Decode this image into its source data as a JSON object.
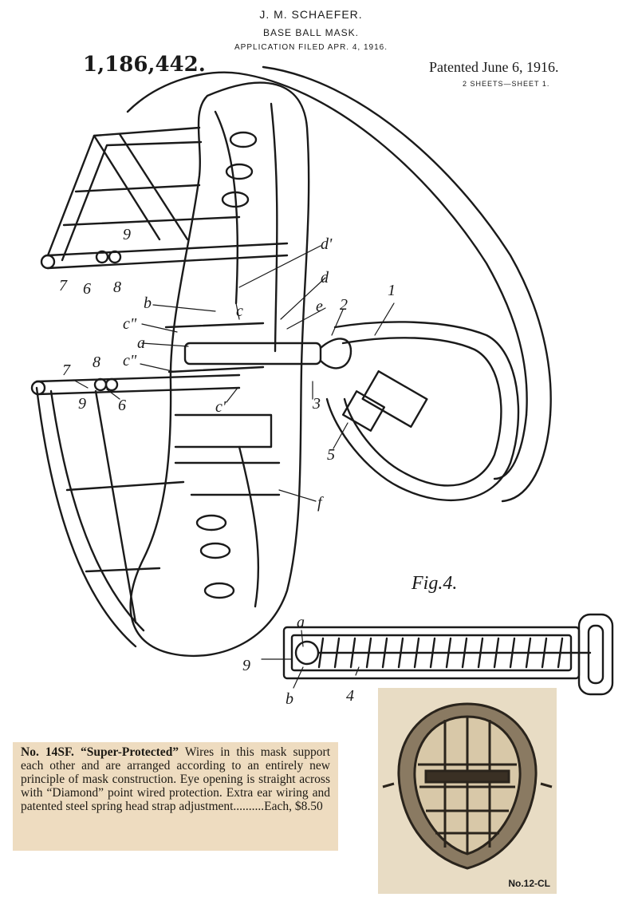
{
  "header": {
    "inventor": "J. M. SCHAEFER.",
    "title": "BASE BALL MASK.",
    "filed": "APPLICATION FILED APR. 4, 1916.",
    "patent_number": "1,186,442.",
    "patent_date": "Patented June 6, 1916.",
    "sheets": "2 SHEETS—SHEET 1."
  },
  "figure": {
    "caption": "Fig.4.",
    "labels": {
      "l1": "1",
      "l2": "2",
      "l3": "3",
      "l4": "4",
      "l5": "5",
      "l6a": "6",
      "l6b": "6",
      "l7a": "7",
      "l7b": "7",
      "l8a": "8",
      "l8b": "8",
      "l9a": "9",
      "l9b": "9",
      "l9c": "9",
      "la": "a",
      "la2": "a",
      "lb": "b",
      "lb2": "b",
      "lc": "c",
      "lc1": "c'",
      "lc2a": "c\"",
      "lc2b": "c\"",
      "ld": "d",
      "ld1": "d'",
      "le": "e",
      "lf": "f"
    }
  },
  "ad": {
    "number": "No. 14SF.",
    "name": "“Super-Protected”",
    "body": "Wires in this mask support each other and are arranged according to an entirely new principle of mask construction. Eye opening is straight across with “Diamond” point wired protection. Extra ear wiring and patented steel spring head strap adjustment..........Each, $8.50"
  },
  "photo": {
    "caption": "No.12-CL"
  },
  "colors": {
    "ad_bg": "#eedcc0",
    "photo_bg": "#e8dcc4",
    "ink": "#1a1a1a"
  }
}
